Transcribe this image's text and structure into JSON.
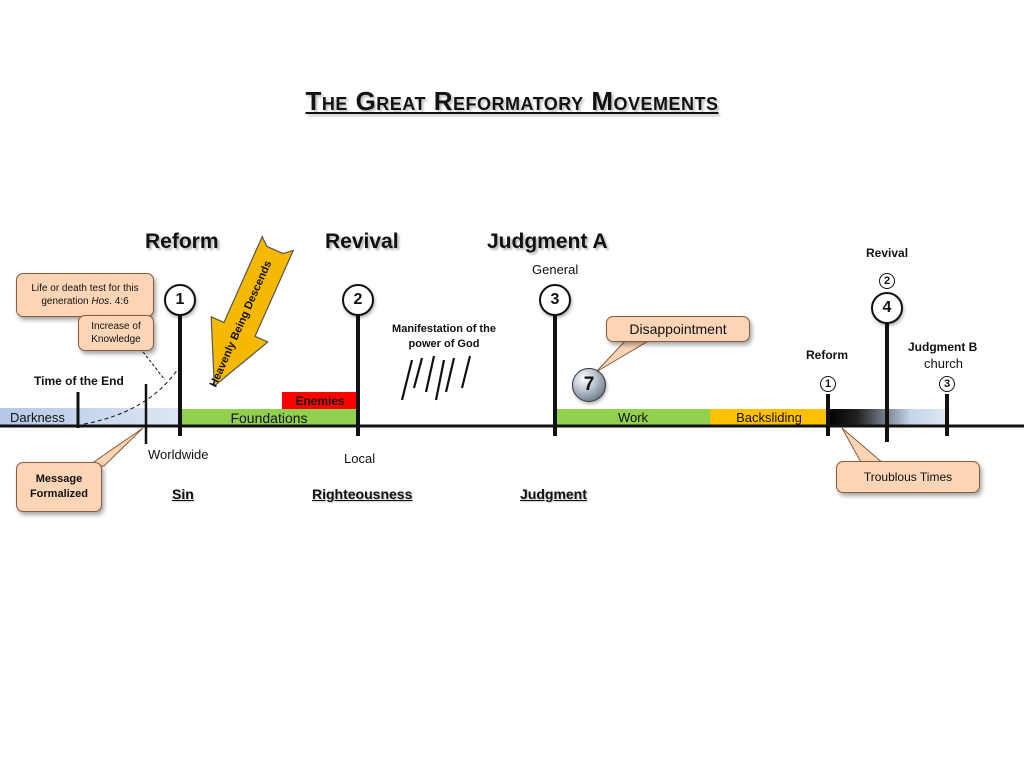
{
  "title": "The Great Reformatory Movements",
  "headers": {
    "reform": "Reform",
    "revival": "Revival",
    "judgment_a": "Judgment A"
  },
  "sub_labels": {
    "general": "General",
    "worldwide": "Worldwide",
    "local": "Local",
    "time_of_end": "Time of the End",
    "manifestation": "Manifestation of the power of God"
  },
  "callouts": {
    "life_or_death_prefix": "Life or death test for this generation ",
    "life_or_death_ref": "Hos",
    "life_or_death_suffix": ". 4:6",
    "increase_knowledge": "Increase of Knowledge",
    "message_formalized": "Message Formalized",
    "disappointment": "Disappointment",
    "troublous_times": "Troublous Times"
  },
  "bars": {
    "darkness": "Darkness",
    "foundations": "Foundations",
    "enemies": "Enemies",
    "work": "Work",
    "backsliding": "Backsliding"
  },
  "arrow_label": "Heavenly Being Descends",
  "markers": {
    "m1": "1",
    "m2": "2",
    "m3": "3",
    "m7": "7",
    "m4": "4",
    "s1": "1",
    "s2": "2",
    "s3": "3"
  },
  "right_labels": {
    "revival": "Revival",
    "reform": "Reform",
    "judgment_b": "Judgment B",
    "church": "church"
  },
  "bottom_labels": {
    "sin": "Sin",
    "righteousness": "Righteousness",
    "judgment": "Judgment"
  },
  "colors": {
    "foundations": "#92d050",
    "enemies": "#ff0000",
    "work": "#92d050",
    "backsliding": "#ffc000",
    "darkness": "#c5d5ea",
    "callout": "#fbd5b5",
    "arrow": "#f5b800"
  }
}
